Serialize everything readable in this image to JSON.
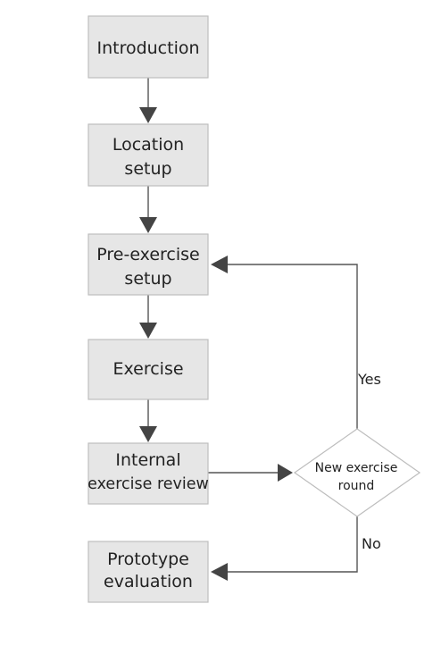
{
  "nodes": {
    "introduction": {
      "lines": [
        "Introduction"
      ]
    },
    "location_setup": {
      "lines": [
        "Location",
        "setup"
      ]
    },
    "pre_exercise_setup": {
      "lines": [
        "Pre-exercise",
        "setup"
      ]
    },
    "exercise": {
      "lines": [
        "Exercise"
      ]
    },
    "internal_review": {
      "lines": [
        "Internal",
        "exercise review"
      ]
    },
    "decision": {
      "lines": [
        "New exercise",
        "round"
      ]
    },
    "prototype_evaluation": {
      "lines": [
        "Prototype",
        "evaluation"
      ]
    }
  },
  "edges": {
    "yes_label": "Yes",
    "no_label": "No"
  },
  "colors": {
    "box_fill": "#e6e6e6",
    "box_stroke": "#bdbdbd",
    "line": "#555555",
    "arrow": "#444444"
  }
}
